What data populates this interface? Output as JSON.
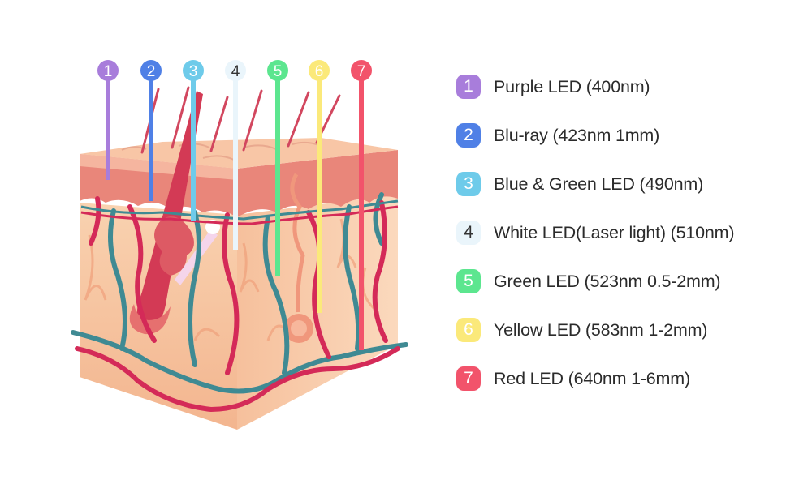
{
  "leds": [
    {
      "number": "1",
      "label": "Purple LED (400nm)",
      "color": "#a87ddb"
    },
    {
      "number": "2",
      "label": "Blu-ray (423nm 1mm)",
      "color": "#4f80e6"
    },
    {
      "number": "3",
      "label": "Blue & Green LED (490nm)",
      "color": "#6ecbea"
    },
    {
      "number": "4",
      "label": "White LED(Laser light) (510nm)",
      "color": "#eaf5fb"
    },
    {
      "number": "5",
      "label": "Green LED (523nm 0.5-2mm)",
      "color": "#5ce68f"
    },
    {
      "number": "6",
      "label": "Yellow LED (583nm 1-2mm)",
      "color": "#fbe97a"
    },
    {
      "number": "7",
      "label": "Red LED (640nm 1-6mm)",
      "color": "#f2536b"
    }
  ],
  "colors": {
    "skin_top": "#f8c6a6",
    "epidermis": "#e37d72",
    "dermis": "#f6c9a2",
    "artery": "#d42a58",
    "vein": "#3f8a93"
  }
}
